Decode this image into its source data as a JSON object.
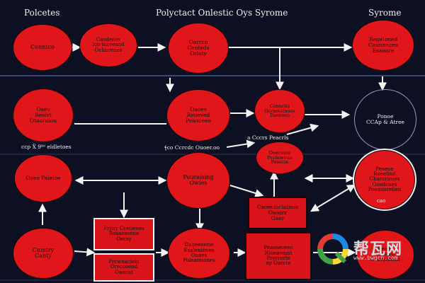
{
  "header": {
    "left": "Polcetes",
    "center": "Polyctact Onlestic Oys Syrome",
    "right": "Syrome"
  },
  "nodes": {
    "n1": "Conntco",
    "n2": "Caodenes\nIco toceeand\nOchnrenes",
    "n3": "Oarrcn\nCenteds\nOrlaty",
    "n4": "Regeloned\nCounnaceo\nEsaoore",
    "n5": "Oaev\nReolrt\nOtaoraion",
    "n6": "Oaoev\nReoeved\nPeaoceeo",
    "n7": "Canncke\nOcrsoeltnoes\nDaoreeo",
    "n8": "Ponoe\nCCAp & Atree",
    "n9": "Oaeo Paieioe",
    "n10": "Pouraising\nOwies",
    "n11": "Ooecione\nPcoleweuo\nPasecie",
    "n12": "Peaeoe\nRoeelind\nCharoriroes\nOoodcnes\nPoemiorelien",
    "n13": "Caoecforlatinio\nOsoorr\nGaer",
    "n14": "Fryny Ccetienes\nRoaaraoene\nOecsy",
    "n15": "Frcwnaciein\nOrecoaend\nOaonat",
    "n16": "Cnmtry\nCanty",
    "n17": "Dageeoerie\nExaleniimes\nOnaes\nPoleamtones",
    "n18": "Peaoseceeo\nIGoeaomnt\nPoyrrorte\nny Oarcte",
    "n19": "Reaes\nCanerd\nCeavyonent"
  },
  "labels": {
    "l1": "ccp Ẍ 9ᵇᵒ eldletoes",
    "l2": "ꞎco Ccrcdc Ouoer.oo",
    "l3": "a Cccrs Peacrls",
    "l4": "cao"
  },
  "watermark": {
    "text": "帮瓦网",
    "sub": "www.bwgcn.com",
    "colors": [
      "#1e88e5",
      "#43a047",
      "#fdd835",
      "#e53935"
    ]
  },
  "colors": {
    "background": "#0d1022",
    "node_fill": "#e0161b",
    "arrow": "#f2f2f2"
  }
}
